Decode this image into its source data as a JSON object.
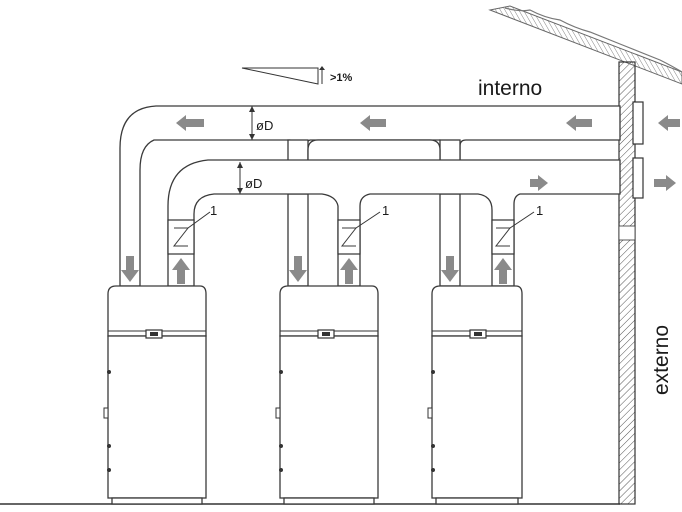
{
  "labels": {
    "interior": "interno",
    "exterior": "externo",
    "slope": ">1%",
    "diameter_top": "øD",
    "diameter_bottom": "øD",
    "damper_callout": "1"
  },
  "units": [
    "unit-1",
    "unit-2",
    "unit-3"
  ],
  "colors": {
    "line": "#3a3a3a",
    "arrow": "#8a8a8a",
    "wall_hatch": "#555555"
  }
}
